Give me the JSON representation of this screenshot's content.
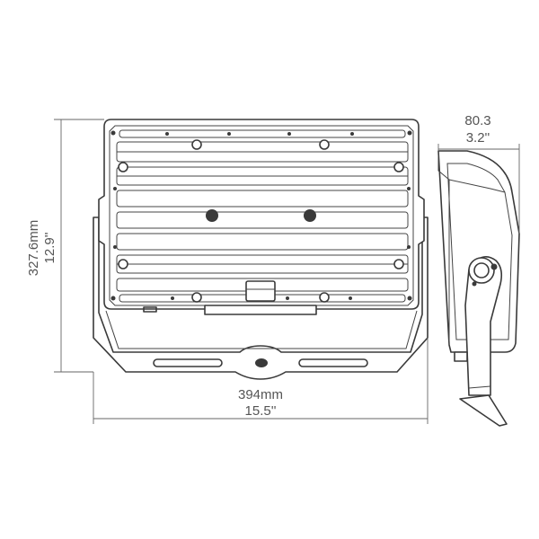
{
  "dimensions": {
    "height_mm": "327.6mm",
    "height_in": "12.9''",
    "width_mm": "394mm",
    "width_in": "15.5''",
    "depth_mm": "80.3",
    "depth_in": "3.2''"
  },
  "colors": {
    "line": "#3a3a3a",
    "dimension_text": "#555555",
    "background": "#ffffff"
  }
}
